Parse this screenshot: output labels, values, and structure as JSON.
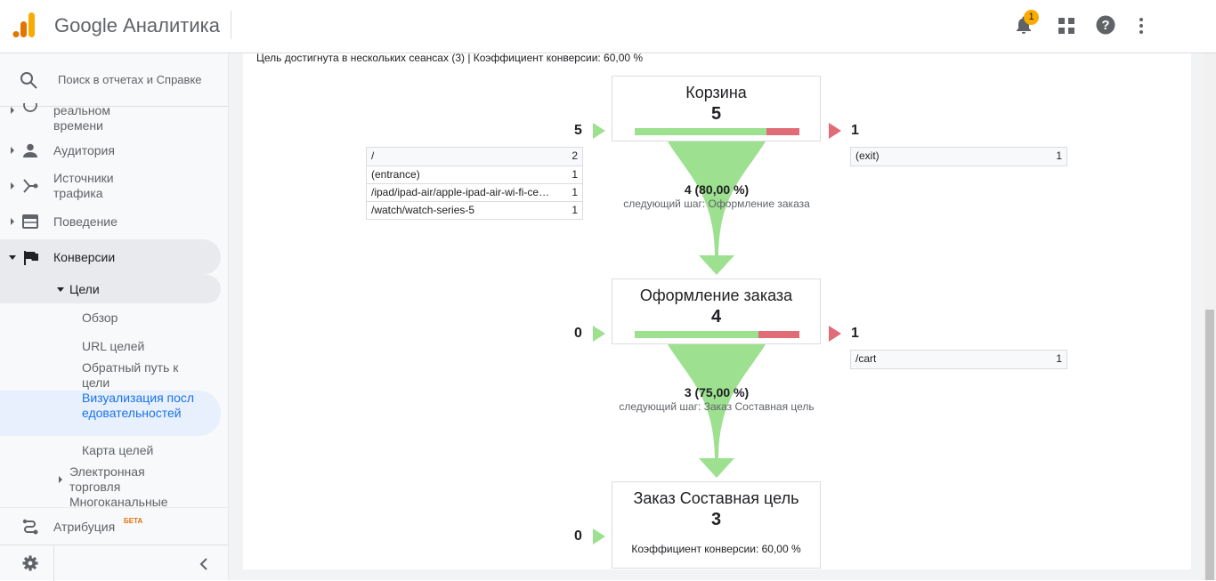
{
  "header": {
    "app_title": "Google Аналитика",
    "notification_count": "1",
    "icons": [
      "bell-icon",
      "apps-icon",
      "help-icon",
      "more-vert-icon"
    ]
  },
  "sidebar": {
    "search_placeholder": "Поиск в отчетах и Справке",
    "items": [
      {
        "label": "реальном времени",
        "icon": "clock-icon"
      },
      {
        "label": "Аудитория",
        "icon": "person-icon"
      },
      {
        "label": "Источники трафика",
        "icon": "acquisition-icon"
      },
      {
        "label": "Поведение",
        "icon": "behavior-icon"
      },
      {
        "label": "Конверсии",
        "icon": "flag-icon"
      }
    ],
    "goals_label": "Цели",
    "goals_items": [
      "Обзор",
      "URL целей",
      "Обратный путь к цели",
      "Визуализация последовательностей",
      "Карта целей"
    ],
    "ecommerce": "Электронная торговля",
    "multichannel": "Многоканальные",
    "attribution": "Атрибуция",
    "beta": "БЕТА",
    "accent": "#1a73e8"
  },
  "summary": "Цель достигнута в нескольких сеансах (3) | Коэффициент конверсии: 60,00 %",
  "funnel": {
    "steps": [
      {
        "name": "Корзина",
        "count": "5",
        "entries": "5",
        "exits": "1",
        "continue_fraction": 0.8,
        "entry_rows": [
          [
            "/",
            "2"
          ],
          [
            "(entrance)",
            "1"
          ],
          [
            "/ipad/ipad-air/apple-ipad-air-wi-fi-ce…",
            "1"
          ],
          [
            "/watch/watch-series-5",
            "1"
          ]
        ],
        "exit_rows": [
          [
            "(exit)",
            "1"
          ]
        ],
        "flow": "4 (80,00 %)",
        "next": "следующий шаг: Оформление заказа"
      },
      {
        "name": "Оформление заказа",
        "count": "4",
        "entries": "0",
        "exits": "1",
        "continue_fraction": 0.75,
        "exit_rows": [
          [
            "/cart",
            "1"
          ]
        ],
        "flow": "3 (75,00 %)",
        "next": "следующий шаг: Заказ Составная цель"
      },
      {
        "name": "Заказ Составная цель",
        "count": "3",
        "entries": "0",
        "conversion": "Коэффициент конверсии: 60,00 %"
      }
    ],
    "colors": {
      "continue": "#9de08f",
      "exit": "#e06c78"
    }
  }
}
